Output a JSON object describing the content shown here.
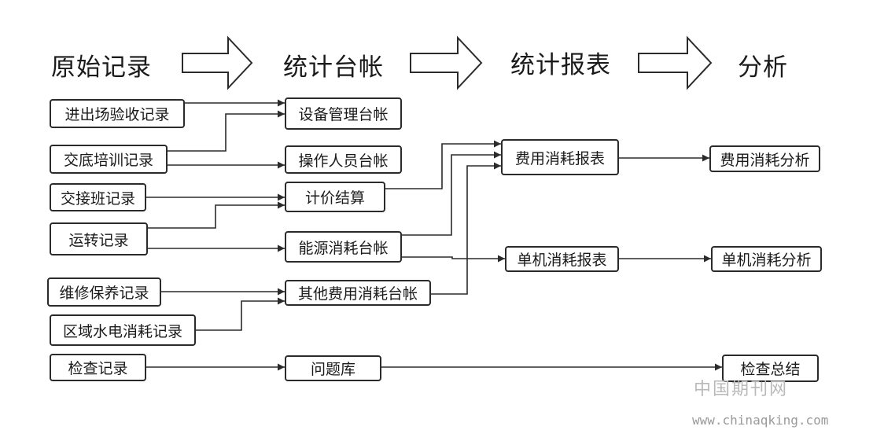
{
  "headers": {
    "raw_records": "原始记录",
    "stat_ledger": "统计台帐",
    "stat_report": "统计报表",
    "analysis": "分析"
  },
  "raw": {
    "inout_acceptance": "进出场验收记录",
    "handover_training": "交底培训记录",
    "shift_handover": "交接班记录",
    "operation": "运转记录",
    "maintenance": "维修保养记录",
    "area_water_power": "区域水电消耗记录",
    "inspection": "检查记录"
  },
  "ledger": {
    "equipment_mgmt": "设备管理台帐",
    "operator": "操作人员台帐",
    "pricing_settlement": "计价结算",
    "energy_consumption": "能源消耗台帐",
    "other_cost": "其他费用消耗台帐",
    "issue_library": "问题库"
  },
  "report": {
    "cost_consumption": "费用消耗报表",
    "unit_consumption": "单机消耗报表"
  },
  "analysis": {
    "cost_analysis": "费用消耗分析",
    "unit_analysis": "单机消耗分析",
    "inspection_summary": "检查总结"
  },
  "watermark": {
    "site_name": "中国期刊网",
    "url": "www.chinaqking.com"
  }
}
